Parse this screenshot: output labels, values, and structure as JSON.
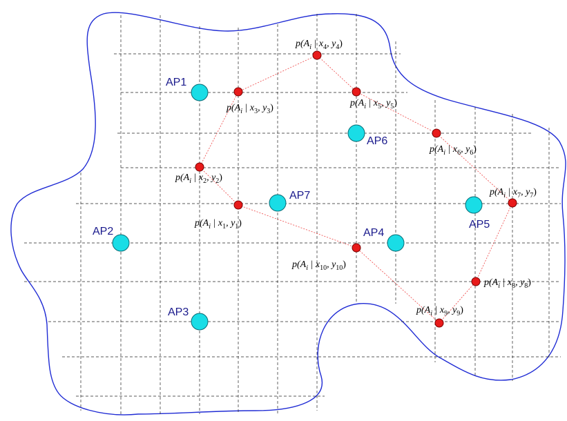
{
  "colors": {
    "boundary": "#1f2bd4",
    "access_point_fill": "#19dde6",
    "location_point_fill": "#e81a1a",
    "path_line": "#ee4444",
    "grid_line": "#222222",
    "ap_label": "#1a1a8c"
  },
  "access_points": [
    {
      "id": "AP1",
      "label": "AP1"
    },
    {
      "id": "AP2",
      "label": "AP2"
    },
    {
      "id": "AP3",
      "label": "AP3"
    },
    {
      "id": "AP4",
      "label": "AP4"
    },
    {
      "id": "AP5",
      "label": "AP5"
    },
    {
      "id": "AP6",
      "label": "AP6"
    },
    {
      "id": "AP7",
      "label": "AP7"
    }
  ],
  "location_points": [
    {
      "id": "p1",
      "prefix": "p(A",
      "sub_i": "i",
      "mid": " | x",
      "sub_x": "1",
      "comma": ", y",
      "sub_y": "1",
      "close": ")"
    },
    {
      "id": "p2",
      "prefix": "p(A",
      "sub_i": "i",
      "mid": " | x",
      "sub_x": "2",
      "comma": ", y",
      "sub_y": "2",
      "close": ")"
    },
    {
      "id": "p3",
      "prefix": "p(A",
      "sub_i": "i",
      "mid": " | x",
      "sub_x": "3",
      "comma": ", y",
      "sub_y": "3",
      "close": ")"
    },
    {
      "id": "p4",
      "prefix": "p(A",
      "sub_i": "i",
      "mid": " | x",
      "sub_x": "4",
      "comma": ", y",
      "sub_y": "4",
      "close": ")"
    },
    {
      "id": "p5",
      "prefix": "p(A",
      "sub_i": "i",
      "mid": " | x",
      "sub_x": "5",
      "comma": ", y",
      "sub_y": "5",
      "close": ")"
    },
    {
      "id": "p6",
      "prefix": "p(A",
      "sub_i": "i",
      "mid": " | x",
      "sub_x": "6",
      "comma": ", y",
      "sub_y": "6",
      "close": ")"
    },
    {
      "id": "p7",
      "prefix": "p(A",
      "sub_i": "i",
      "mid": " | x",
      "sub_x": "7",
      "comma": ", y",
      "sub_y": "7",
      "close": ")"
    },
    {
      "id": "p8",
      "prefix": "p(A",
      "sub_i": "i",
      "mid": " | x",
      "sub_x": "8",
      "comma": ", y",
      "sub_y": "8",
      "close": ")"
    },
    {
      "id": "p9",
      "prefix": "p(A",
      "sub_i": "i",
      "mid": " | x",
      "sub_x": "9",
      "comma": ", y",
      "sub_y": "9",
      "close": ")"
    },
    {
      "id": "p10",
      "prefix": "p(A",
      "sub_i": "i",
      "mid": " | x",
      "sub_x": "10",
      "comma": ", y",
      "sub_y": "10",
      "close": ")"
    }
  ],
  "path_order": [
    "p1",
    "p2",
    "p3",
    "p4",
    "p5",
    "p6",
    "p7",
    "p8",
    "p9",
    "p10",
    "p1"
  ]
}
